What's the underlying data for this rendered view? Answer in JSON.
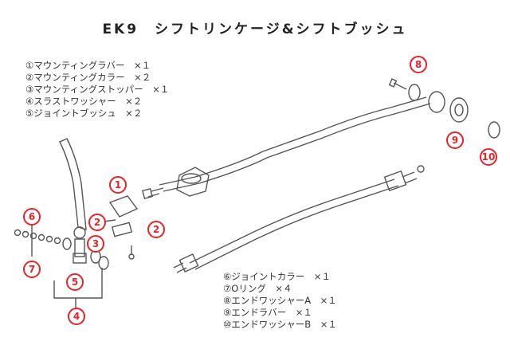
{
  "title": "EK9　シフトリンケージ&シフトブッシュ",
  "parts_top": [
    "①マウンティングラバー　×１",
    "②マウンティングカラー　×２",
    "③マウンティングストッパー　×１",
    "④スラストワッシャー　×２",
    "⑤ジョイントブッシュ　×２"
  ],
  "parts_bottom": [
    "⑥ジョイントカラー　×１",
    "⑦Oリング　×４",
    "⑧エンドワッシャーA　×１",
    "⑨エンドラバー　×１",
    "⑩エンドワッシャーB　×１"
  ],
  "callouts": {
    "c1": "1",
    "c2a": "2",
    "c2b": "2",
    "c3": "3",
    "c4": "4",
    "c5": "5",
    "c6": "6",
    "c7": "7",
    "c8": "8",
    "c9": "9",
    "c10": "10"
  },
  "colors": {
    "callout": "#e8232a",
    "line": "#555555"
  }
}
